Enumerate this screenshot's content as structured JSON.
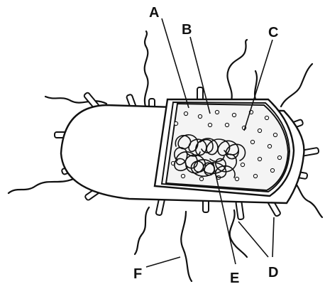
{
  "diagram": {
    "type": "labeled-illustration",
    "labels": {
      "a": "A",
      "b": "B",
      "c": "C",
      "d": "D",
      "e": "E",
      "f": "F"
    },
    "colors": {
      "stroke": "#111111",
      "fill": "#ffffff",
      "cytoplasm": "#f4f4f4"
    }
  }
}
